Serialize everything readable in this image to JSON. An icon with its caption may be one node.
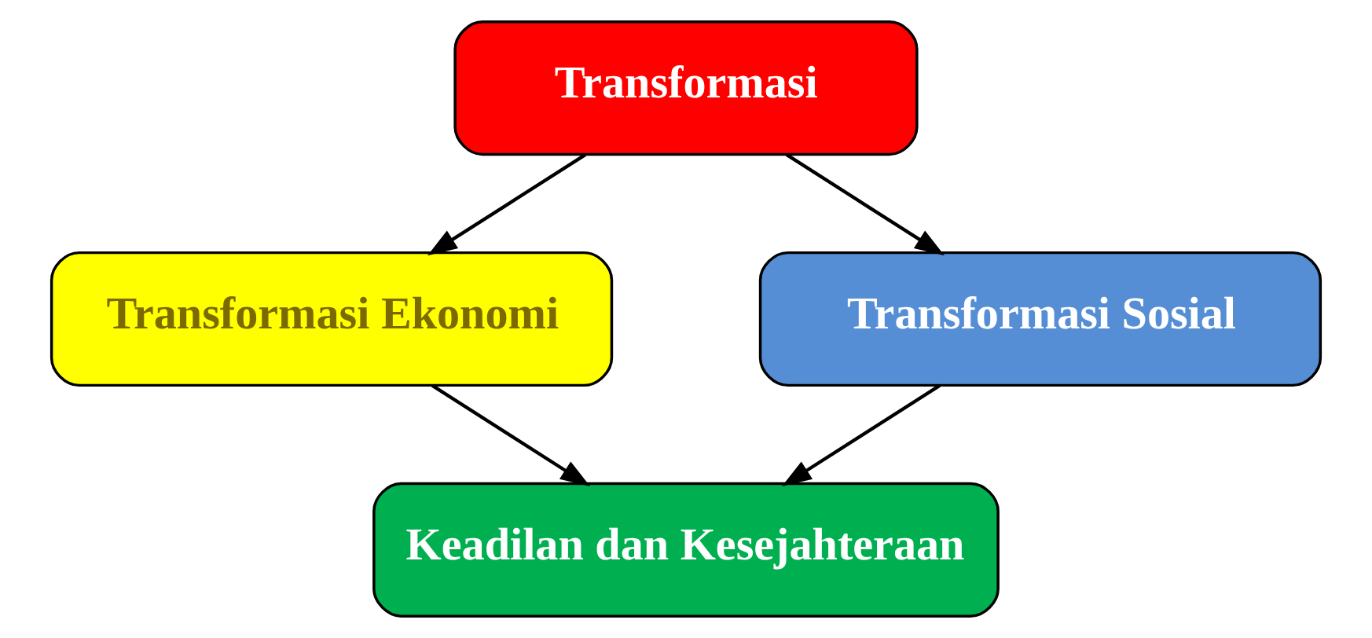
{
  "diagram": {
    "nodes": [
      {
        "text": [
          "Transformasi"
        ]
      },
      {
        "text": [
          "Transformasi Ekonomi"
        ]
      },
      {
        "text": [
          "Transformasi Sosial"
        ]
      },
      {
        "text": [
          "Keadilan dan Kesejahteraan"
        ]
      }
    ],
    "edges": [
      {
        "from": 0,
        "to": 1,
        "arrow": "to"
      },
      {
        "from": 0,
        "to": 2,
        "arrow": "to"
      },
      {
        "from": 1,
        "to": 3,
        "arrow": "to"
      },
      {
        "from": 2,
        "to": 3,
        "arrow": "to"
      }
    ]
  }
}
